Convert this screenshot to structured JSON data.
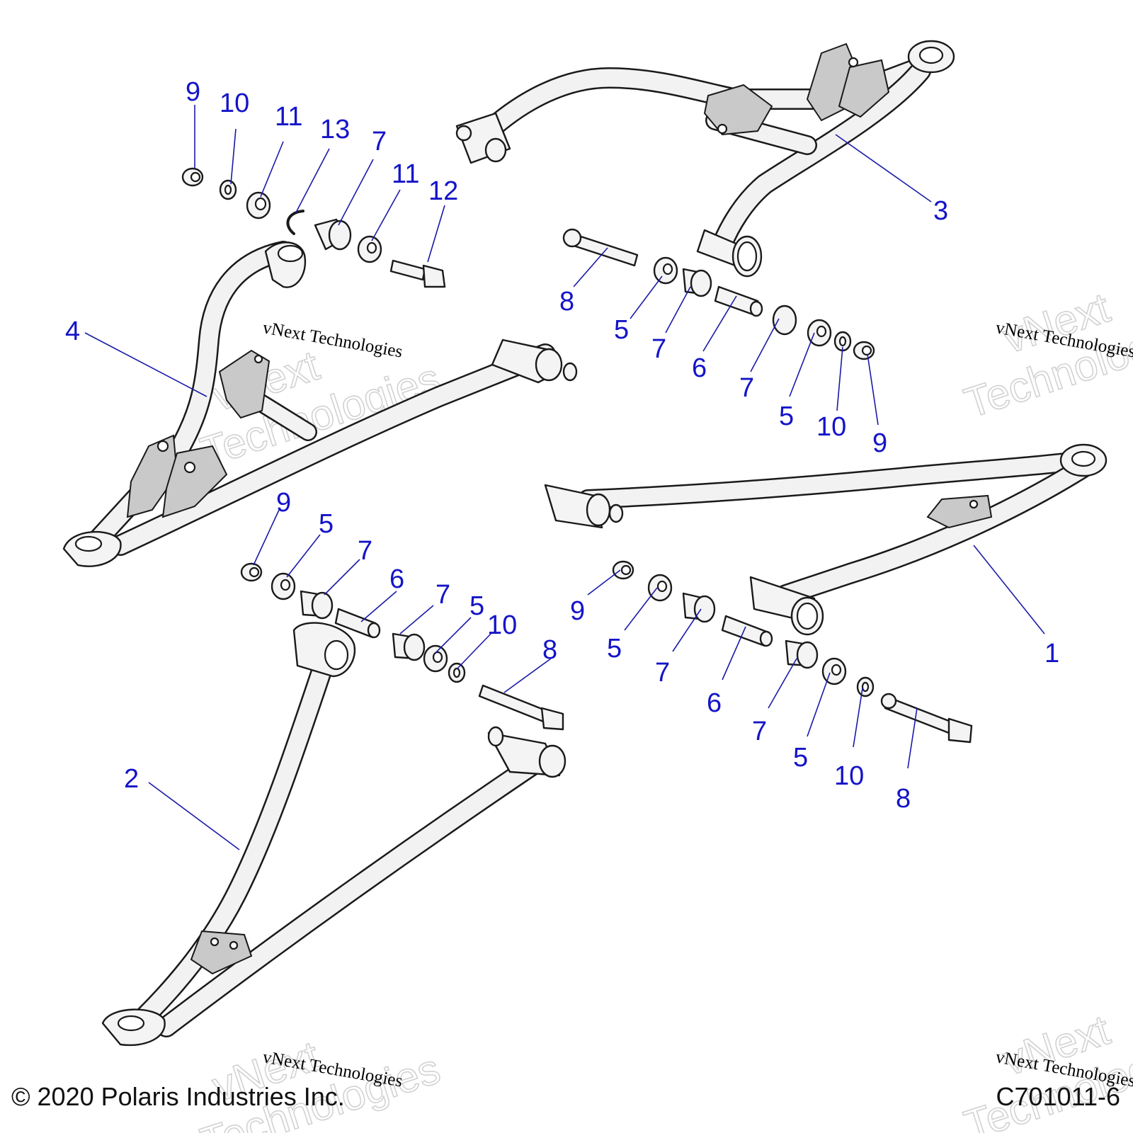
{
  "footer": {
    "copyright": "© 2020 Polaris Industries Inc.",
    "drawing_number": "C701011-6"
  },
  "watermark": {
    "text": "vNext Technologies",
    "outline_line1": "vNext",
    "outline_line2": "Technologies"
  },
  "callouts": {
    "c1": "1",
    "c2": "2",
    "c3": "3",
    "c4": "4",
    "c5a": "5",
    "c5b": "5",
    "c5c": "5",
    "c5d": "5",
    "c5e": "5",
    "c5f": "5",
    "c6a": "6",
    "c6b": "6",
    "c6c": "6",
    "c7a": "7",
    "c7b": "7",
    "c7c": "7",
    "c7d": "7",
    "c7e": "7",
    "c7f": "7",
    "c7g": "7",
    "c8a": "8",
    "c8b": "8",
    "c8c": "8",
    "c9a": "9",
    "c9b": "9",
    "c9c": "9",
    "c9d": "9",
    "c10a": "10",
    "c10b": "10",
    "c10c": "10",
    "c10d": "10",
    "c11a": "11",
    "c11b": "11",
    "c12": "12",
    "c13": "13"
  }
}
